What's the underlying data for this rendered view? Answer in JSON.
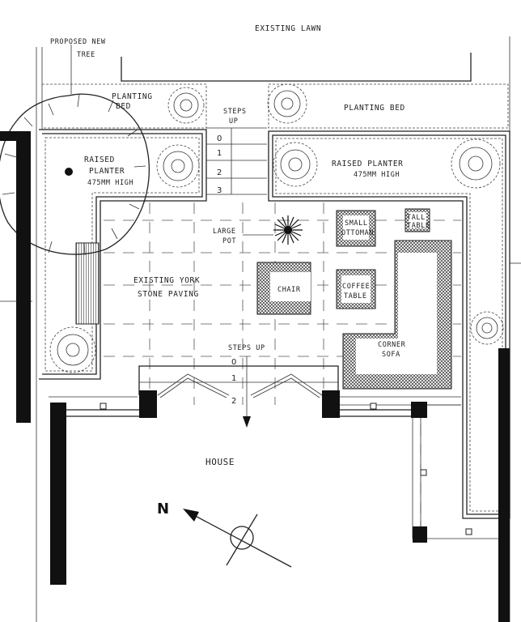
{
  "labels": {
    "existing_lawn": "Existing Lawn",
    "proposed_tree_line1": "Proposed New",
    "proposed_tree_line2": "Tree",
    "planting_bed_left_line1": "Planting",
    "planting_bed_left_line2": "Bed",
    "planting_bed_right": "Planting Bed",
    "steps_top_line1": "Steps",
    "steps_top_line2": "Up",
    "raised_planter_left_line1": "Raised",
    "raised_planter_left_line2": "Planter",
    "raised_planter_left_line3": "475mm High",
    "raised_planter_right_line1": "Raised Planter",
    "raised_planter_right_line2": "475mm High",
    "large_pot_line1": "Large",
    "large_pot_line2": "Pot",
    "small_ottoman_line1": "Small",
    "small_ottoman_line2": "Ottoman",
    "tall_table_line1": "Tall",
    "tall_table_line2": "Table",
    "existing_paving_line1": "Existing York",
    "existing_paving_line2": "Stone Paving",
    "chair": "Chair",
    "coffee_table_line1": "Coffee",
    "coffee_table_line2": "Table",
    "corner_sofa_line1": "Corner",
    "corner_sofa_line2": "Sofa",
    "steps_bottom": "Steps Up",
    "house": "House",
    "north": "N"
  },
  "steps_top": [
    "0",
    "1",
    "2",
    "3"
  ],
  "steps_bottom": [
    "0",
    "1",
    "2"
  ]
}
